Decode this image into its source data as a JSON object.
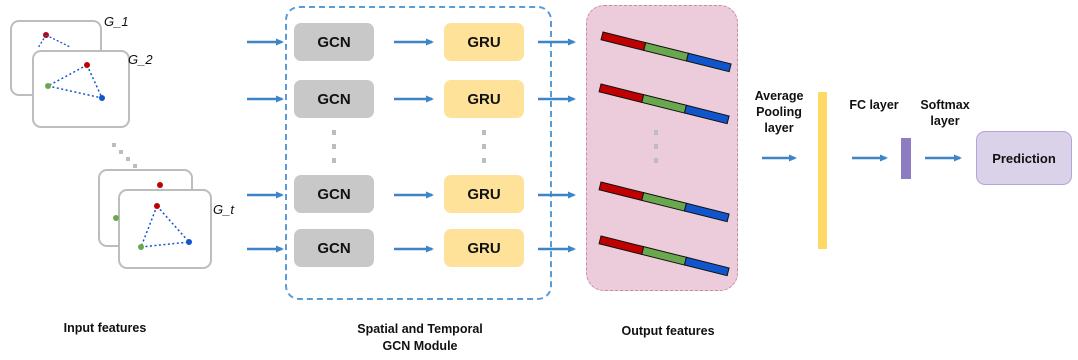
{
  "input": {
    "graph_labels": [
      "G_1",
      "G_2",
      "G_t"
    ],
    "caption": "Input features"
  },
  "module": {
    "rows": [
      {
        "gcn": "GCN",
        "gru": "GRU"
      },
      {
        "gcn": "GCN",
        "gru": "GRU"
      },
      {
        "gcn": "GCN",
        "gru": "GRU"
      },
      {
        "gcn": "GCN",
        "gru": "GRU"
      }
    ],
    "caption_line1": "Spatial and Temporal",
    "caption_line2": "GCN Module"
  },
  "output": {
    "caption": "Output features",
    "segment_colors": [
      "#c00000",
      "#6aa84f",
      "#1155cc"
    ]
  },
  "pooling": {
    "label_line1": "Average",
    "label_line2": "Pooling",
    "label_line3": "layer"
  },
  "fc": {
    "label": "FC layer"
  },
  "softmax": {
    "label_line1": "Softmax",
    "label_line2": "layer"
  },
  "prediction": {
    "label": "Prediction"
  },
  "colors": {
    "arrow": "#3d85c6",
    "node_red": "#c00000",
    "node_green": "#6aa84f",
    "node_blue": "#1155cc"
  }
}
